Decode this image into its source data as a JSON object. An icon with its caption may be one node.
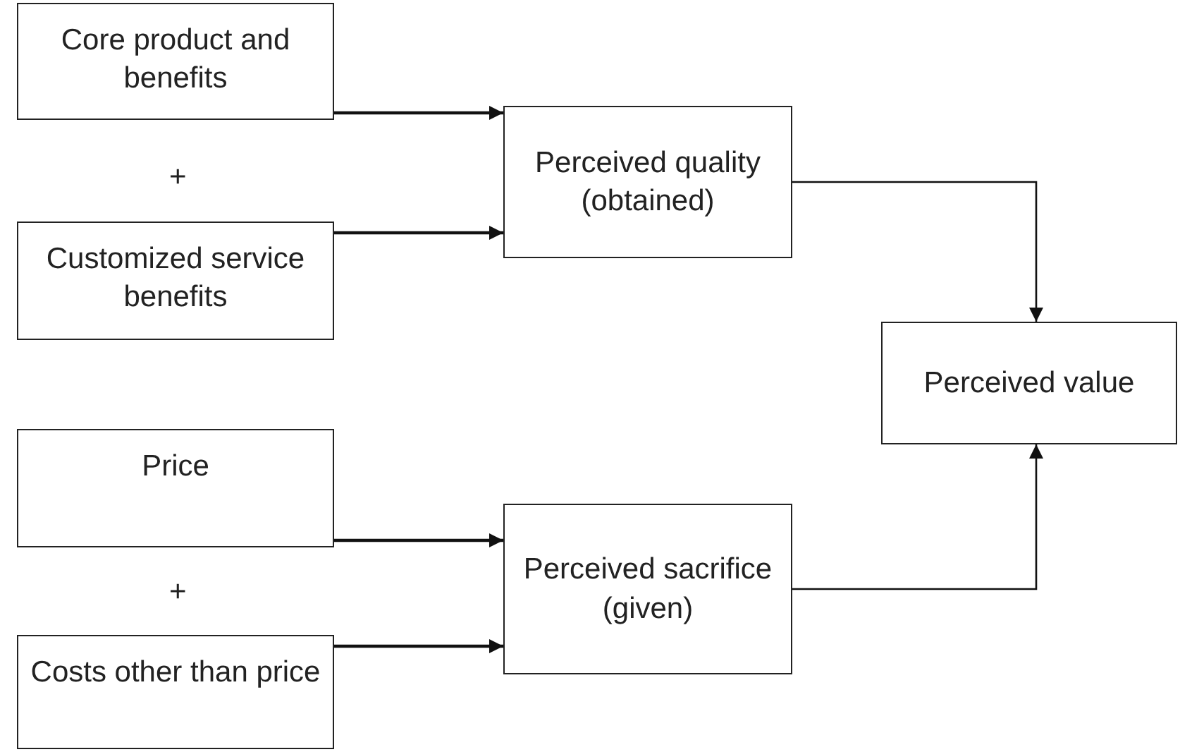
{
  "diagram": {
    "nodes": [
      {
        "text": [
          "Core product and benefits"
        ]
      },
      {
        "text": [
          "Customized service benefits"
        ]
      },
      {
        "text": [
          "Price"
        ]
      },
      {
        "text": [
          "Costs other than price"
        ]
      },
      {
        "text": [
          "Perceived quality (obtained)"
        ]
      },
      {
        "text": [
          "Perceived sacrifice (given)"
        ]
      },
      {
        "text": [
          "Perceived value"
        ]
      }
    ],
    "edges": [
      {
        "from": 0,
        "to": 4,
        "arrow": "to"
      },
      {
        "from": 1,
        "to": 4,
        "arrow": "to"
      },
      {
        "from": 2,
        "to": 5,
        "arrow": "to"
      },
      {
        "from": 3,
        "to": 5,
        "arrow": "to"
      },
      {
        "from": 4,
        "to": 6,
        "arrow": "to"
      },
      {
        "from": 5,
        "to": 6,
        "arrow": "to"
      }
    ],
    "labels": [
      "+",
      "+"
    ]
  }
}
